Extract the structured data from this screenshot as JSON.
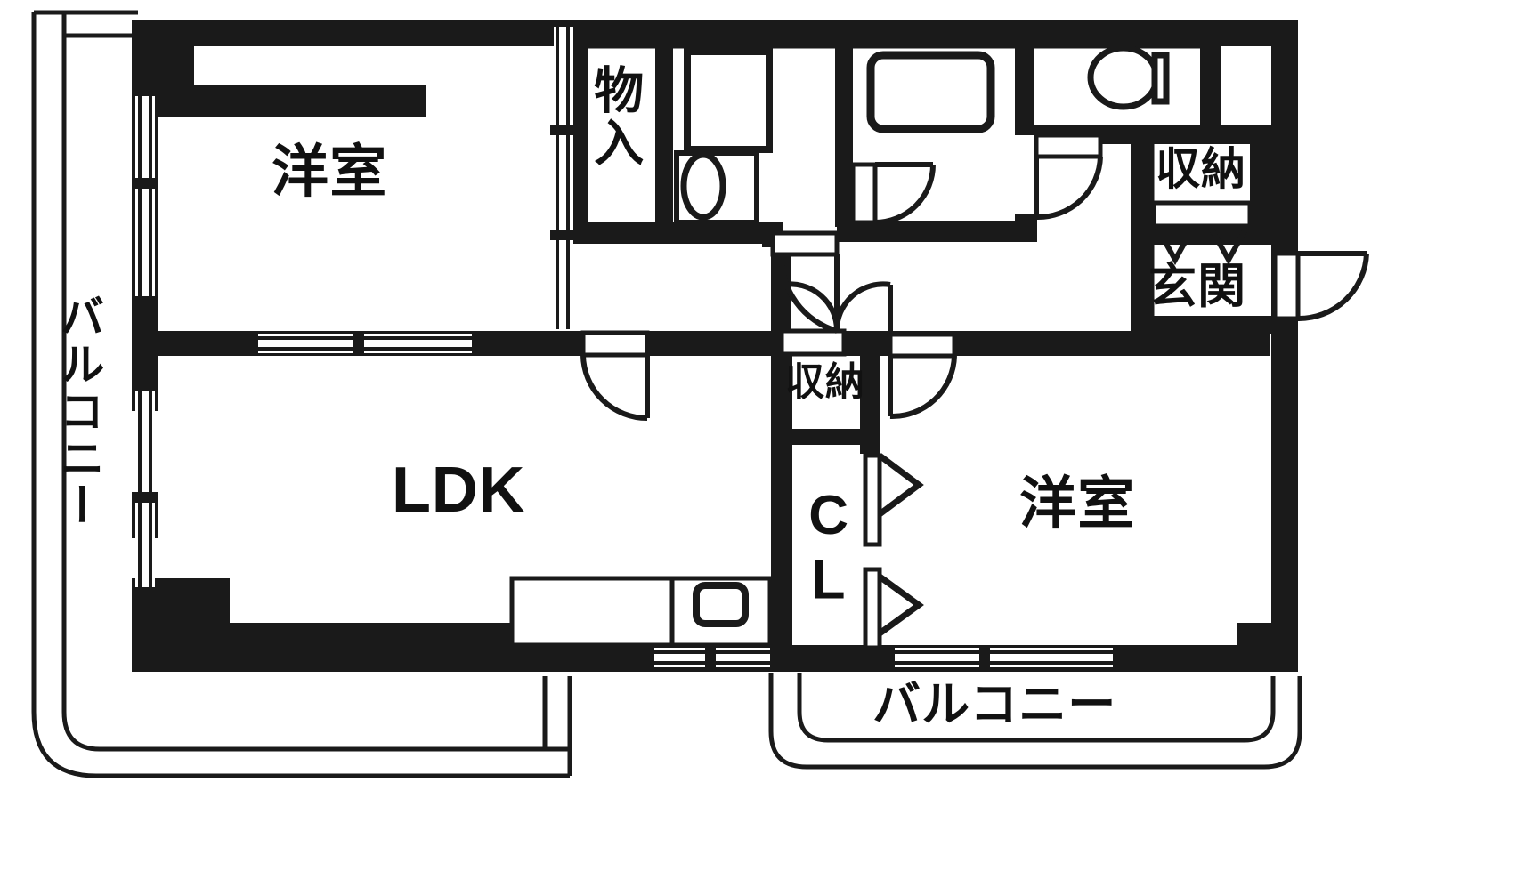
{
  "plan": {
    "type": "japanese-apartment-floor-plan",
    "layout_code": "2LDK",
    "colors": {
      "wall": "#1a1a1a",
      "background": "#ffffff",
      "fixture_stroke": "#1a1a1a",
      "text": "#111111"
    },
    "rooms": [
      {
        "id": "yoshitsu-top-left",
        "label": "洋室",
        "meaning": "Western-style room (bedroom)"
      },
      {
        "id": "ldk",
        "label": "LDK",
        "meaning": "Living Dining Kitchen"
      },
      {
        "id": "yoshitsu-right",
        "label": "洋室",
        "meaning": "Western-style room (bedroom)"
      },
      {
        "id": "monoire",
        "label": "物入",
        "meaning": "Storage closet"
      },
      {
        "id": "shuno-entry",
        "label": "収納",
        "meaning": "Storage"
      },
      {
        "id": "shuno-hall",
        "label": "収納",
        "meaning": "Storage"
      },
      {
        "id": "closet",
        "label": "CL",
        "meaning": "Closet"
      },
      {
        "id": "genkan",
        "label": "玄関",
        "meaning": "Entrance / foyer"
      },
      {
        "id": "balcony-left",
        "label": "バルコニー",
        "meaning": "Balcony"
      },
      {
        "id": "balcony-bottom",
        "label": "バルコニー",
        "meaning": "Balcony"
      }
    ],
    "fixtures": [
      {
        "id": "bathtub",
        "name": "bathtub",
        "shape": "rounded-rectangle"
      },
      {
        "id": "washing-machine",
        "name": "washing-machine",
        "shape": "rectangle"
      },
      {
        "id": "wash-basin",
        "name": "wash-basin",
        "shape": "oval"
      },
      {
        "id": "toilet",
        "name": "toilet",
        "shape": "oval-with-tank"
      },
      {
        "id": "kitchen-counter",
        "name": "kitchen-counter",
        "shape": "rectangle"
      },
      {
        "id": "kitchen-sink",
        "name": "kitchen-sink",
        "shape": "rounded-rectangle"
      }
    ],
    "openings": [
      {
        "id": "sliding-window-bedroom-top",
        "name": "sliding-window",
        "orientation": "vertical"
      },
      {
        "id": "sliding-window-ldk-left",
        "name": "sliding-window",
        "orientation": "vertical"
      },
      {
        "id": "sliding-window-ldk-top",
        "name": "sliding-window",
        "orientation": "horizontal"
      },
      {
        "id": "sliding-window-ldk-bottom",
        "name": "sliding-window",
        "orientation": "horizontal"
      },
      {
        "id": "sliding-window-bedroom-r",
        "name": "sliding-window",
        "orientation": "horizontal"
      },
      {
        "id": "sliding-door-monoire",
        "name": "sliding-door",
        "orientation": "vertical"
      },
      {
        "id": "hinged-door-ldk",
        "name": "hinged-door",
        "swing": "into-ldk"
      },
      {
        "id": "hinged-door-bath",
        "name": "hinged-door",
        "swing": "into-bath"
      },
      {
        "id": "hinged-door-washroom",
        "name": "hinged-door",
        "swing": "into-hall"
      },
      {
        "id": "hinged-door-bedroom-right",
        "name": "hinged-door",
        "swing": "into-bedroom"
      },
      {
        "id": "double-swing-door-hall",
        "name": "double-swing-door",
        "swing": "both"
      },
      {
        "id": "entrance-door",
        "name": "entrance-door",
        "swing": "outward"
      },
      {
        "id": "closet-folding-doors",
        "name": "folding-closet-doors",
        "count": 2
      },
      {
        "id": "shuno-closet-doors",
        "name": "closet-doors",
        "count": 2
      }
    ]
  },
  "labels": {
    "yoshitsu_top": "洋室",
    "monoire": "物入",
    "ldk": "LDK",
    "shuno_entry": "収納",
    "genkan": "玄関",
    "shuno_hall": "収納",
    "cl": "CL",
    "yoshitsu_right": "洋室",
    "balcony_left": "バルコニー",
    "balcony_bottom": "バルコニー"
  }
}
